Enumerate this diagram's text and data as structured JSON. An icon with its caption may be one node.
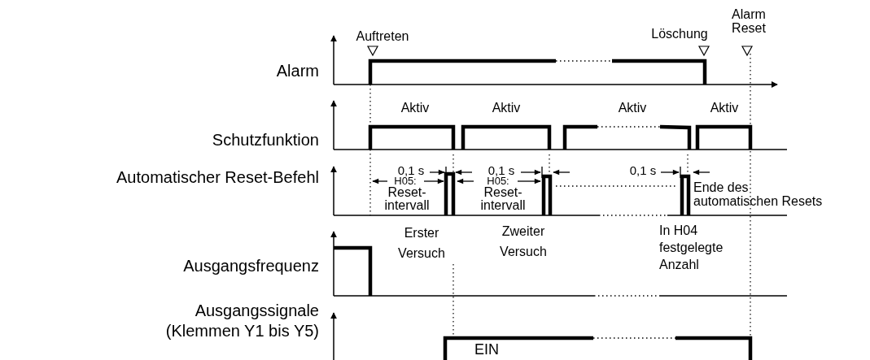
{
  "diagram": {
    "labels": [
      "Auftreten",
      "Löschung",
      "Alarm Reset",
      "Alarm",
      "Aktiv",
      "Aktiv",
      "Aktiv",
      "Aktiv",
      "Schutzfunktion",
      "Automatischer Reset-Befehl",
      "0,1 s",
      "0,1 s",
      "0,1 s",
      "H05:",
      "H05:",
      "Reset- intervall",
      "Reset- intervall",
      "Ende des automatischen Resets",
      "Erster Versuch",
      "Zweiter Versuch",
      "In H04 festgelegte Anzahl",
      "Ausgangsfrequenz",
      "Ausgangssignale (Klemmen Y1 bis Y5)",
      "EIN"
    ]
  }
}
